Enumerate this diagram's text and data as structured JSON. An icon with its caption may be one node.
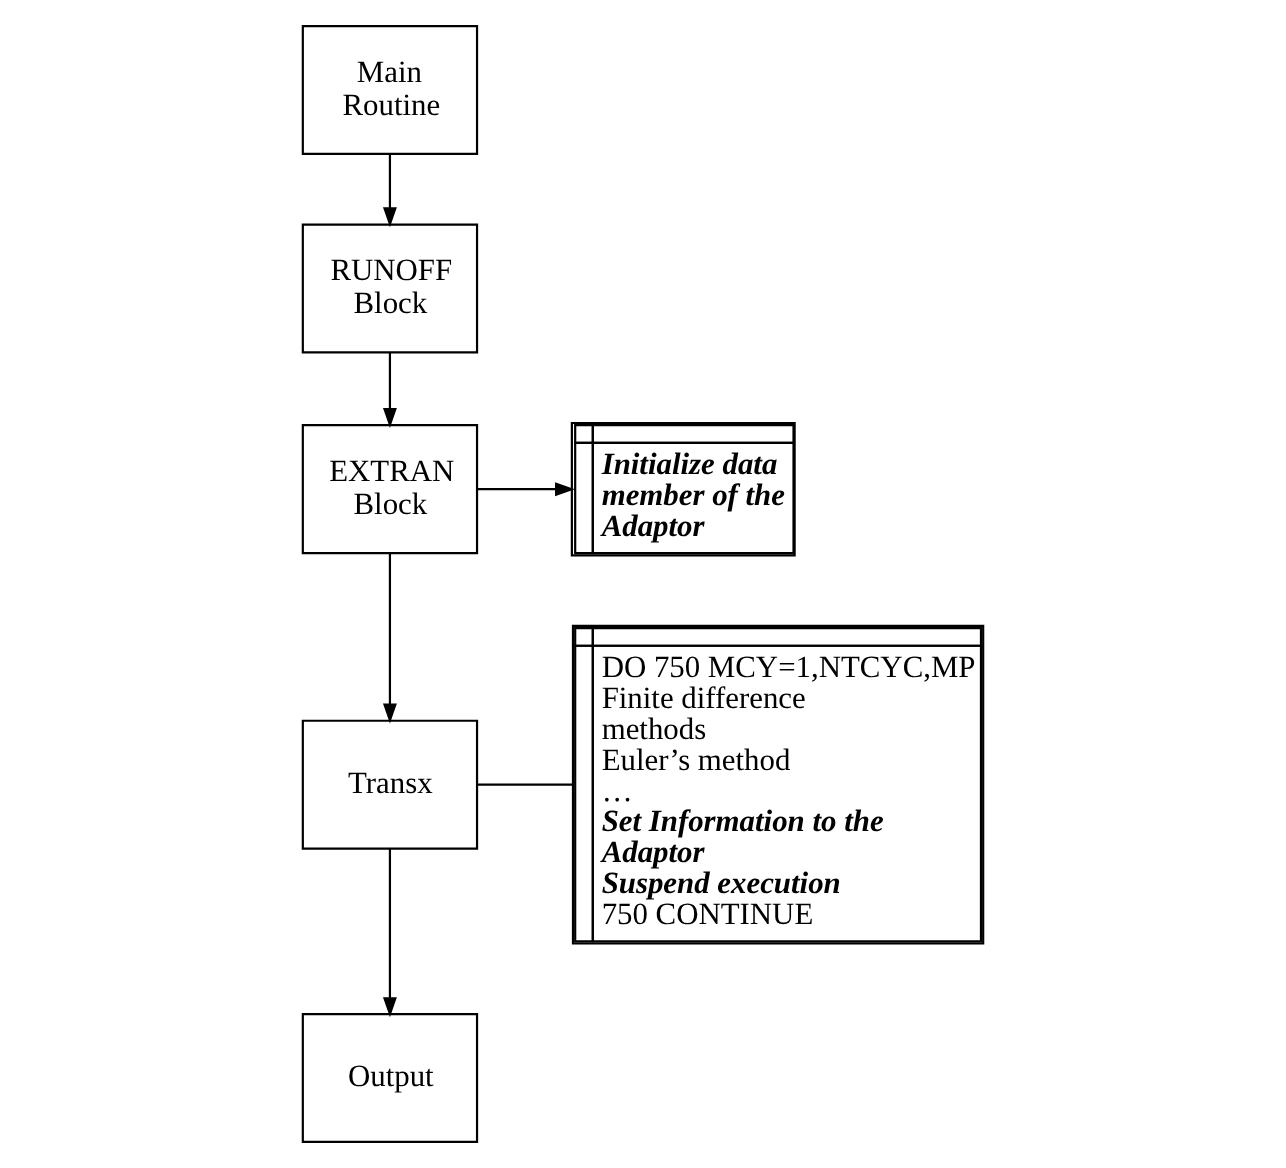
{
  "diagram": {
    "nodes": [
      {
        "text": [
          "Main Routine"
        ]
      },
      {
        "text": [
          "RUNOFF Block"
        ]
      },
      {
        "text": [
          "Initialize data member of the Adaptor"
        ]
      },
      {
        "text": [
          "EXTRAN Block"
        ]
      },
      {
        "text": [
          "DO 750 MCY=1,NTCYC,MP",
          "Finite difference methods",
          "Euler’s method",
          "…",
          "Set Information to the Adaptor",
          "Suspend execution",
          "750 CONTINUE"
        ]
      },
      {
        "text": [
          "Transx"
        ]
      },
      {
        "text": [
          "Output"
        ]
      }
    ],
    "edges": [
      {
        "from": 0,
        "to": 1,
        "arrow": "to"
      },
      {
        "from": 1,
        "to": 3,
        "arrow": "to"
      },
      {
        "from": 3,
        "to": 2,
        "arrow": "to"
      },
      {
        "from": 3,
        "to": 5,
        "arrow": "to"
      },
      {
        "from": 5,
        "to": 4,
        "arrow": "none"
      },
      {
        "from": 5,
        "to": 6,
        "arrow": "to"
      }
    ]
  }
}
